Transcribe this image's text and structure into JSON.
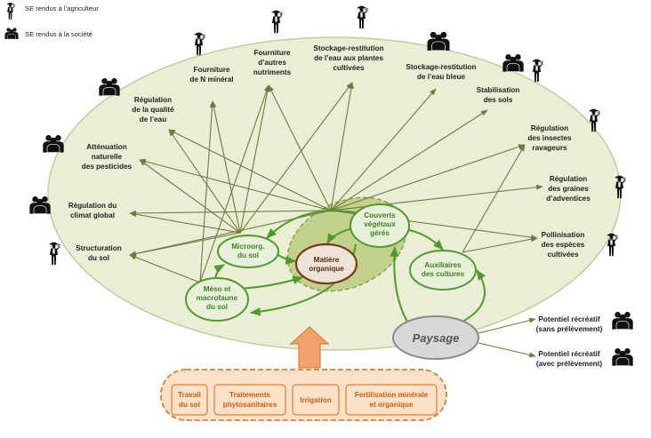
{
  "legend": {
    "farmer": "SE rendus à l’agriculteur",
    "society": "SE rendus à la société"
  },
  "services": [
    {
      "id": "n_mineral",
      "lines": [
        "Fourniture",
        "de N minéral"
      ],
      "icon": "farmer-icon"
    },
    {
      "id": "autres_nutriments",
      "lines": [
        "Fourniture",
        "d’autres",
        "nutriments"
      ],
      "icon": "farmer-icon"
    },
    {
      "id": "stockage_plantes",
      "lines": [
        "Stockage-restitution",
        "de l’eau aux plantes",
        "cultivées"
      ],
      "icon": "farmer-icon"
    },
    {
      "id": "stockage_bleue",
      "lines": [
        "Stockage-restitution",
        "de l’eau bleue"
      ],
      "icon": "society-icon"
    },
    {
      "id": "stabilisation",
      "lines": [
        "Stabilisation",
        "des sols"
      ],
      "icon": "society-farmer-icon"
    },
    {
      "id": "insectes",
      "lines": [
        "Régulation",
        "des insectes",
        "ravageurs"
      ],
      "icon": "farmer-icon"
    },
    {
      "id": "graines",
      "lines": [
        "Régulation",
        "des graines",
        "d’adventices"
      ],
      "icon": "farmer-icon"
    },
    {
      "id": "pollinisation",
      "lines": [
        "Pollinisation",
        "des espèces",
        "cultivées"
      ],
      "icon": "farmer-icon"
    },
    {
      "id": "structuration",
      "lines": [
        "Structuration",
        "du sol"
      ],
      "icon": "farmer-icon"
    },
    {
      "id": "climat",
      "lines": [
        "Régulation du",
        "climat global"
      ],
      "icon": "society-icon"
    },
    {
      "id": "pesticides",
      "lines": [
        "Atténuation",
        "naturelle",
        "des pesticides"
      ],
      "icon": "society-icon"
    },
    {
      "id": "qualite_eau",
      "lines": [
        "Régulation",
        "de la qualité",
        "de l’eau"
      ],
      "icon": "society-icon"
    }
  ],
  "nodes": {
    "microorg": [
      "Microorg.",
      "du sol"
    ],
    "matiere": [
      "Matière",
      "organique"
    ],
    "couverts": [
      "Couverts",
      "végétaux",
      "gérés"
    ],
    "meso": [
      "Méso et",
      "macrofaune",
      "du sol"
    ],
    "auxiliaires": [
      "Auxiliaires",
      "des cultures"
    ],
    "paysage": "Paysage"
  },
  "recreatif": [
    {
      "lines": [
        "Potentiel récréatif",
        "(sans prélèvement)"
      ],
      "icon": "society-icon"
    },
    {
      "lines": [
        "Potentiel récréatif",
        "(avec prélèvement)"
      ],
      "icon": "society-icon"
    }
  ],
  "practices": [
    [
      "Travail",
      "du sol"
    ],
    [
      "Traitements",
      "phytosanitaires"
    ],
    [
      "Irrigation"
    ],
    [
      "Fertilisation minérale",
      "et organique"
    ]
  ],
  "colors": {
    "ellipse_fill": "#e9eed5",
    "ellipse_stroke": "#c4cc9f",
    "inner_fill": "#c2d18c",
    "inner_stroke": "#8e9c5a",
    "green": "#4f9a2d",
    "olive": "#6e7a40",
    "brown": "#7a3b17",
    "node_fill": "#e8f0da",
    "matiere_fill": "#ede3d8",
    "orange": "#e07f35",
    "orange_fill": "#fbe1c8",
    "gray": "#8a8a8a",
    "gray_fill": "#d8d8d8"
  }
}
